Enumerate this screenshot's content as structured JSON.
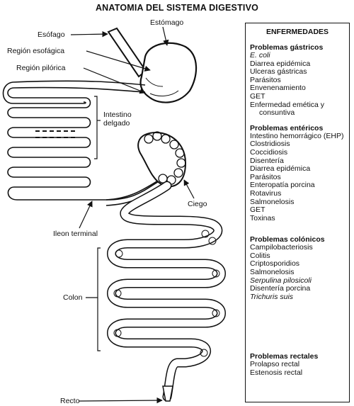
{
  "title": "ANATOMIA DEL SISTEMA DIGESTIVO",
  "labels": {
    "esofago": "Esófago",
    "estomago": "Estómago",
    "region_esofagica": "Región esofágica",
    "region_pilorica": "Región pilórica",
    "intestino": "Intestino",
    "delgado": "delgado",
    "ciego": "Ciego",
    "ileon": "Ileon terminal",
    "colon": "Colon",
    "recto": "Recto"
  },
  "panel": {
    "title": "ENFERMEDADES",
    "gastricos": {
      "title": "Problemas gástricos",
      "items": [
        "E. coli",
        "Diarrea epidémica",
        "Ulceras gástricas",
        "Parásitos",
        "Envenenamiento",
        "GET",
        "Enfermedad emética y",
        "consuntiva"
      ]
    },
    "entericos": {
      "title": "Problemas entéricos",
      "items": [
        "Intestino hemorrágico (EHP)",
        "Clostridiosis",
        "Coccidiosis",
        "Disentería",
        "Diarrea epidémica",
        "Parásitos",
        "Enteropatía porcina",
        "Rotavirus",
        "Salmonelosis",
        "GET",
        "Toxinas"
      ]
    },
    "colonicos": {
      "title": "Problemas colónicos",
      "items": [
        "Campilobacteriosis",
        "Colitis",
        "Criptosporidios",
        "Salmonelosis",
        "Serpulina pilosicoli",
        "Disentería porcina",
        "Trichuris suis"
      ]
    },
    "rectales": {
      "title": "Problemas rectales",
      "items": [
        "Prolapso rectal",
        "Estenosis rectal"
      ]
    }
  }
}
